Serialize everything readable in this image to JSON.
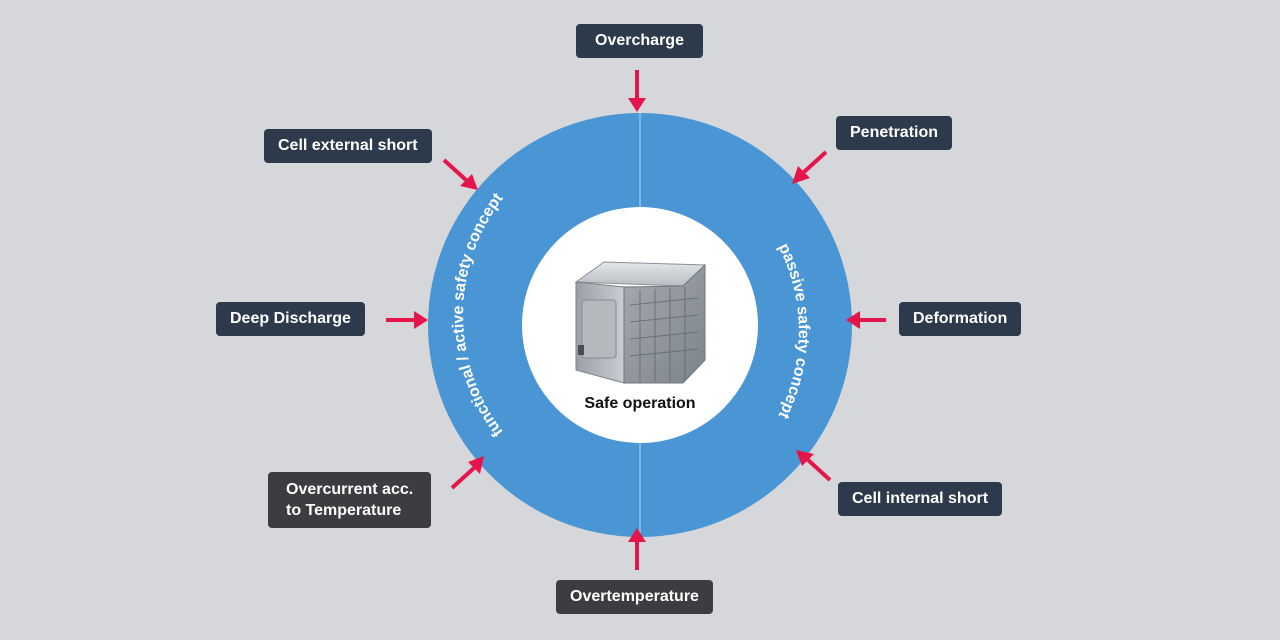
{
  "center": {
    "title": "Safe operation",
    "image": "battery-module-illustration"
  },
  "ring": {
    "left_text": "functional / active safety concept",
    "right_text": "passive safety concept",
    "ring_color": "#4a95d4",
    "arrow_color": "#e4154b"
  },
  "threats": {
    "overcharge": "Overcharge",
    "penetration": "Penetration",
    "cell_external_short": "Cell external short",
    "deep_discharge": "Deep Discharge",
    "deformation": "Deformation",
    "overcurrent_line1": "Overcurrent acc.",
    "overcurrent_line2": "to Temperature",
    "cell_internal_short": "Cell internal short",
    "overtemperature": "Overtemperature"
  }
}
